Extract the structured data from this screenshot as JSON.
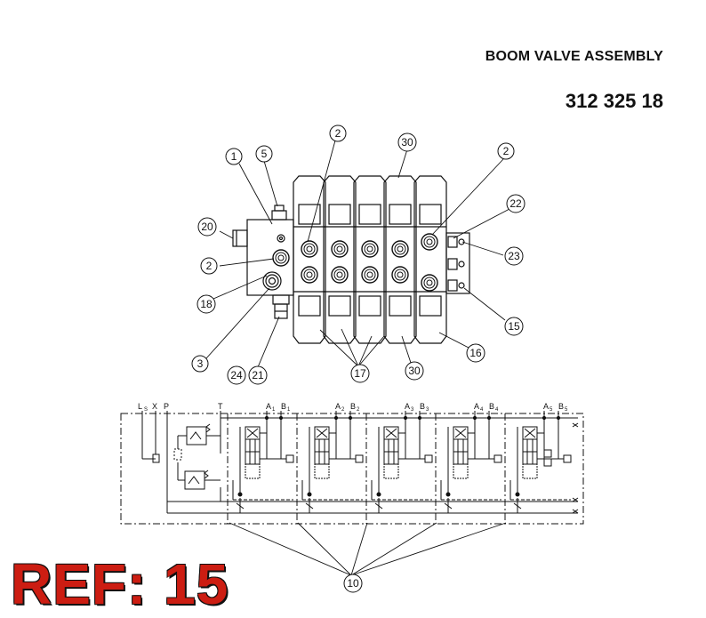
{
  "header": {
    "title": "BOOM VALVE ASSEMBLY",
    "part_number": "312 325 18"
  },
  "reference_label": "REF: 15",
  "callouts": {
    "c1": "1",
    "c5": "5",
    "c2a": "2",
    "c30a": "30",
    "c2b": "2",
    "c20": "20",
    "c22": "22",
    "c2c": "2",
    "c23": "23",
    "c18": "18",
    "c15": "15",
    "c3": "3",
    "c16": "16",
    "c24": "24",
    "c21": "21",
    "c17": "17",
    "c30b": "30",
    "c10": "10"
  },
  "ports": {
    "ls": "L",
    "ls_sub": "S",
    "x": "X",
    "p": "P",
    "t": "T",
    "a1": "A",
    "a1_sub": "1",
    "b1": "B",
    "b1_sub": "1",
    "a2": "A",
    "a2_sub": "2",
    "b2": "B",
    "b2_sub": "2",
    "a3": "A",
    "a3_sub": "3",
    "b3": "B",
    "b3_sub": "3",
    "a4": "A",
    "a4_sub": "4",
    "b4": "B",
    "b4_sub": "4",
    "a5": "A",
    "a5_sub": "5",
    "b5": "B",
    "b5_sub": "5"
  },
  "colors": {
    "ink": "#111111",
    "ref": "#cc1d12"
  }
}
